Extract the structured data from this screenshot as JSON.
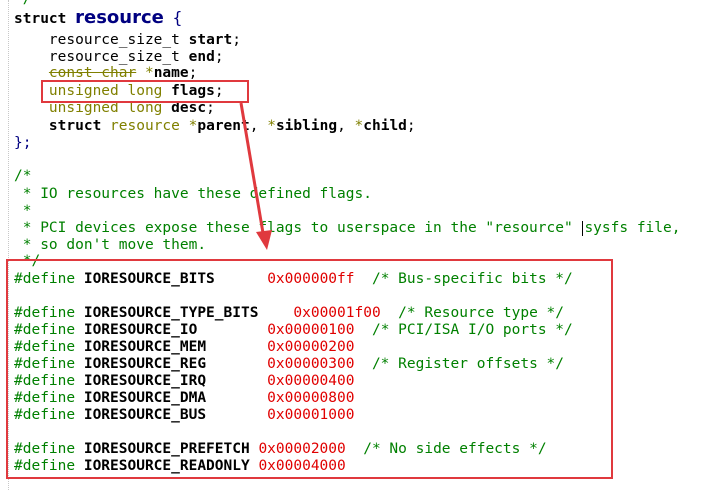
{
  "editor": {
    "lines": {
      "top_tail": "*/",
      "struct_kw": "struct",
      "struct_name": "resource",
      "open_brace": "{",
      "f1_type": "resource_size_t",
      "f1_name": "start",
      "f2_type": "resource_size_t",
      "f2_name": "end",
      "f3_type": "const char",
      "f3_star": "*",
      "f3_name": "name",
      "f4_type": "unsigned long",
      "f4_name": "flags",
      "f5_type": "unsigned long",
      "f5_name": "desc",
      "f6_kw": "struct",
      "f6_type": "resource",
      "f6_p1": "*",
      "f6_n1": "parent",
      "f6_p2": "*",
      "f6_n2": "sibling",
      "f6_p3": "*",
      "f6_n3": "child",
      "semi": ";",
      "comma": ",",
      "close": "};",
      "c_open": "/*",
      "c1": " * IO resources have these defined flags.",
      "c2": " *",
      "c3a": " * PCI devices expose these flags to userspace in the \"resource\" ",
      "c3b": "sysfs file,",
      "c4": " * so don't move them.",
      "c_close": " */"
    },
    "defines": [
      {
        "kw": "#define",
        "name": "IORESOURCE_BITS",
        "pad": "      ",
        "value": "0x000000ff",
        "comment": "/* Bus-specific bits */"
      },
      {
        "kw": "#define",
        "name": "IORESOURCE_TYPE_BITS",
        "pad": "    ",
        "value": "0x00001f00",
        "comment": "/* Resource type */"
      },
      {
        "kw": "#define",
        "name": "IORESOURCE_IO",
        "pad": "        ",
        "value": "0x00000100",
        "comment": "/* PCI/ISA I/O ports */"
      },
      {
        "kw": "#define",
        "name": "IORESOURCE_MEM",
        "pad": "       ",
        "value": "0x00000200",
        "comment": ""
      },
      {
        "kw": "#define",
        "name": "IORESOURCE_REG",
        "pad": "       ",
        "value": "0x00000300",
        "comment": "/* Register offsets */"
      },
      {
        "kw": "#define",
        "name": "IORESOURCE_IRQ",
        "pad": "       ",
        "value": "0x00000400",
        "comment": ""
      },
      {
        "kw": "#define",
        "name": "IORESOURCE_DMA",
        "pad": "       ",
        "value": "0x00000800",
        "comment": ""
      },
      {
        "kw": "#define",
        "name": "IORESOURCE_BUS",
        "pad": "       ",
        "value": "0x00001000",
        "comment": ""
      },
      {
        "kw": "#define",
        "name": "IORESOURCE_PREFETCH",
        "pad": " ",
        "value": "0x00002000",
        "comment": "/* No side effects */"
      },
      {
        "kw": "#define",
        "name": "IORESOURCE_READONLY",
        "pad": " ",
        "value": "0x00004000",
        "comment": ""
      }
    ]
  },
  "colors": {
    "highlight_box": "#e0393e",
    "keyword": "#000080",
    "type": "#808000",
    "comment": "#008000",
    "number": "#e00000"
  }
}
